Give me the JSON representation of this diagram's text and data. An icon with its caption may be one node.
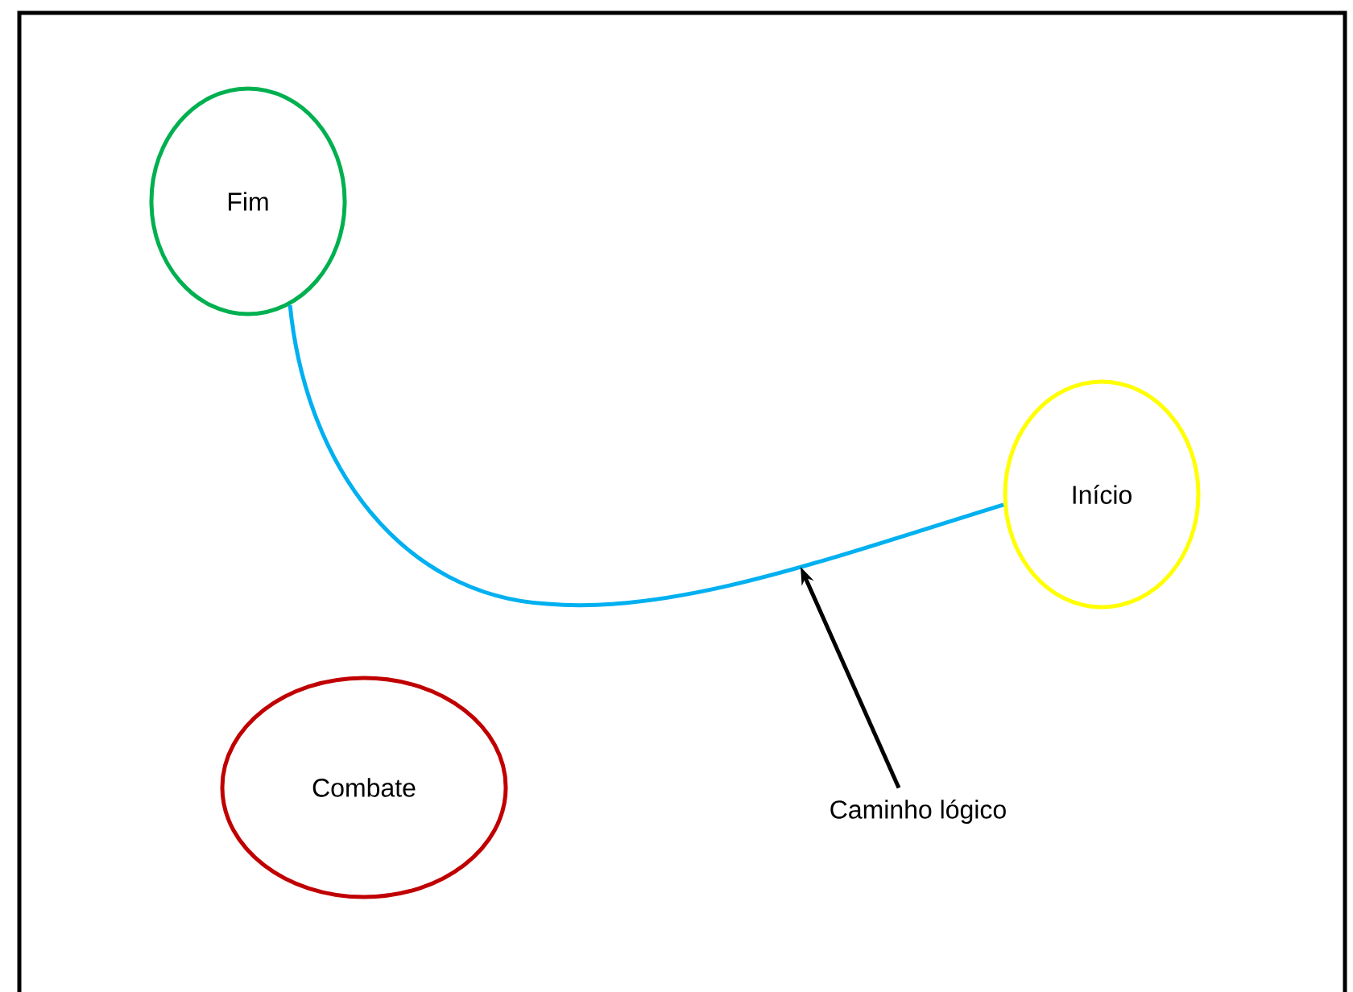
{
  "diagram": {
    "nodes": [
      {
        "text": [
          "Fim"
        ]
      },
      {
        "text": [
          "Início"
        ]
      },
      {
        "text": [
          "Combate"
        ]
      },
      {
        "text": [
          "Caminho lógico"
        ]
      }
    ],
    "edges": [
      {
        "from": 1,
        "to": 0,
        "arrow": "none",
        "color": "#00b0f0"
      },
      {
        "from": 3,
        "to": null,
        "arrow": "to",
        "color": "#000000"
      }
    ]
  }
}
